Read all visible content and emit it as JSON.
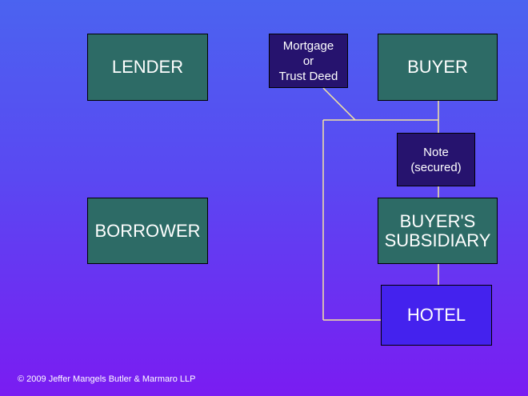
{
  "diagram": {
    "nodes": {
      "lender": "LENDER",
      "borrower": "BORROWER",
      "mortgage": "Mortgage\nor\nTrust Deed",
      "buyer": "BUYER",
      "note": "Note\n(secured)",
      "buyers_subsidiary": "BUYER'S\nSUBSIDIARY",
      "hotel": "HOTEL"
    },
    "colors": {
      "party_box": "#2d6b66",
      "document_box": "#26136e",
      "hotel_box": "#4422ee",
      "connector": "#f5e6a0"
    }
  },
  "footer": {
    "copyright": "© 2009 Jeffer Mangels Butler & Marmaro LLP"
  }
}
